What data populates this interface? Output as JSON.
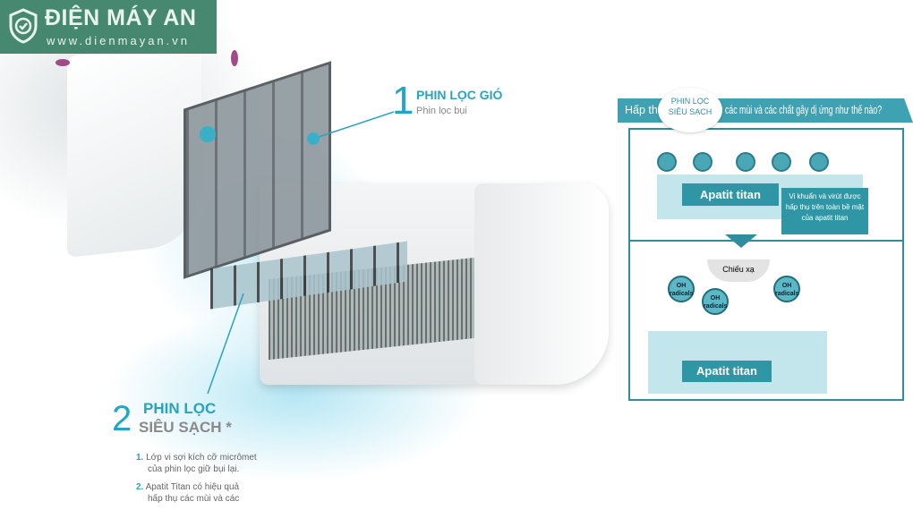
{
  "logo": {
    "name": "ĐIỆN MÁY AN",
    "url": "www.dienmayan.vn"
  },
  "filter1": {
    "number": "1",
    "title": "PHIN LỌC GIÓ",
    "subtitle": "Phin lọc bụi"
  },
  "filter2": {
    "number": "2",
    "title_line1": "PHIN LỌC",
    "title_line2": "SIÊU SẠCH *",
    "points": [
      {
        "num": "1.",
        "line1": "Lớp vi sợi kích cỡ micrômet",
        "line2": "của phin lọc giữ bụi lại."
      },
      {
        "num": "2.",
        "line1": "Apatit Titan có hiệu quả",
        "line2": "hấp thụ các mùi và các"
      }
    ]
  },
  "panel": {
    "banner_before": "Hấp thụ",
    "badge_line1": "PHIN LỌC",
    "badge_line2": "SIÊU SẠCH",
    "banner_after": "các mùi và các chất gây dị ứng như thế nào?",
    "top_label": "Apatit titan",
    "callout": "Vi khuẩn và virút được hấp thụ trên toàn bề mặt của apatit titan",
    "irradiation": "Chiếu xạ",
    "radical": "OH radicals",
    "bottom_label": "Apatit titan"
  },
  "colors": {
    "accent": "#1fa8c5",
    "panel_teal": "#2f96a6",
    "logo_green": "#2e785c"
  }
}
